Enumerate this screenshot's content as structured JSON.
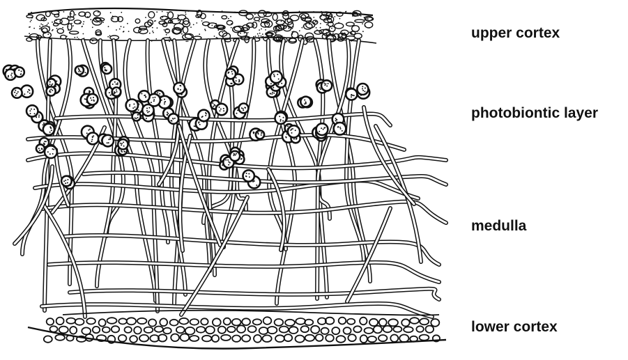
{
  "labels": {
    "upper_cortex": "upper cortex",
    "photobiontic_layer": "photobiontic layer",
    "medulla": "medulla",
    "lower_cortex": "lower cortex"
  },
  "colors": {
    "ink": "#111111",
    "background": "#ffffff"
  }
}
